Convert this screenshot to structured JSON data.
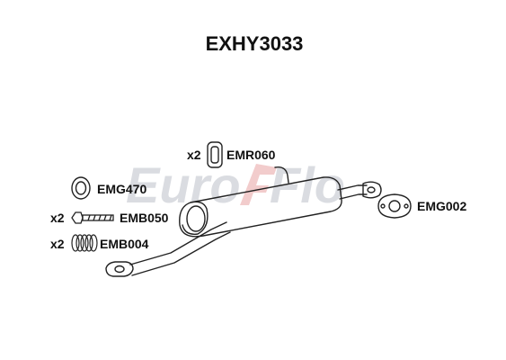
{
  "title": "EXHY3033",
  "watermark": {
    "text_a": "Euro",
    "text_b": "Flo",
    "color": "#d7d9de",
    "accent_color": "#f1c7c7"
  },
  "parts": {
    "emr060": {
      "qty": "x2",
      "code": "EMR060"
    },
    "emg470": {
      "code": "EMG470"
    },
    "emb050": {
      "qty": "x2",
      "code": "EMB050"
    },
    "emb004": {
      "qty": "x2",
      "code": "EMB004"
    },
    "emg002": {
      "code": "EMG002"
    }
  },
  "colors": {
    "line": "#222222",
    "text": "#111111"
  }
}
